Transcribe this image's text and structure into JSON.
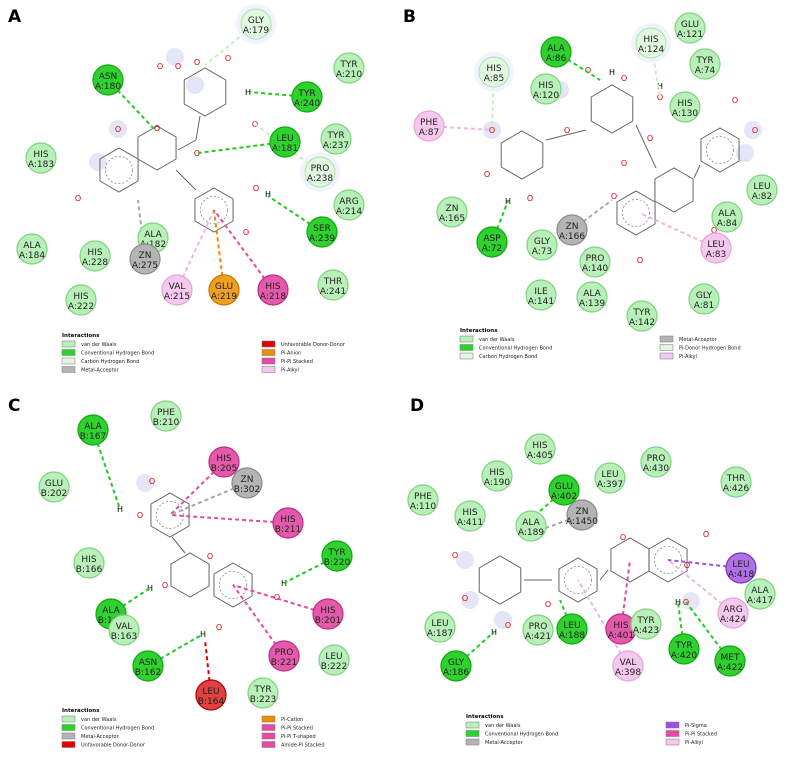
{
  "panels": [
    {
      "id": "A",
      "residues": [
        {
          "name": "GLY",
          "id": "A:179",
          "type": "Carbon Hydrogen Bond"
        },
        {
          "name": "ASN",
          "id": "A:180",
          "type": "Conventional Hydrogen Bond"
        },
        {
          "name": "TYR",
          "id": "A:240",
          "type": "Conventional Hydrogen Bond"
        },
        {
          "name": "TYR",
          "id": "A:210",
          "type": "van der Waals"
        },
        {
          "name": "LEU",
          "id": "A:181",
          "type": "Conventional Hydrogen Bond"
        },
        {
          "name": "TYR",
          "id": "A:237",
          "type": "van der Waals"
        },
        {
          "name": "HIS",
          "id": "A:183",
          "type": "van der Waals"
        },
        {
          "name": "PRO",
          "id": "A:238",
          "type": "Carbon Hydrogen Bond"
        },
        {
          "name": "ARG",
          "id": "A:214",
          "type": "van der Waals"
        },
        {
          "name": "SER",
          "id": "A:239",
          "type": "Conventional Hydrogen Bond"
        },
        {
          "name": "ALA",
          "id": "A:182",
          "type": "van der Waals"
        },
        {
          "name": "ZN",
          "id": "A:275",
          "type": "Metal-Acceptor"
        },
        {
          "name": "ALA",
          "id": "A:184",
          "type": "van der Waals"
        },
        {
          "name": "HIS",
          "id": "A:228",
          "type": "van der Waals"
        },
        {
          "name": "VAL",
          "id": "A:215",
          "type": "Pi-Alkyl"
        },
        {
          "name": "GLU",
          "id": "A:219",
          "type": "Pi-Anion"
        },
        {
          "name": "HIS",
          "id": "A:218",
          "type": "Pi-Pi Stacked"
        },
        {
          "name": "THR",
          "id": "A:241",
          "type": "van der Waals"
        },
        {
          "name": "HIS",
          "id": "A:222",
          "type": "van der Waals"
        }
      ],
      "legend_title": "Interactions",
      "legend": [
        {
          "label": "van der Waals",
          "color": "#b9f0b9"
        },
        {
          "label": "Conventional Hydrogen Bond",
          "color": "#2ed12e"
        },
        {
          "label": "Carbon Hydrogen Bond",
          "color": "#e2f7e2"
        },
        {
          "label": "Metal-Acceptor",
          "color": "#b4b4b4"
        },
        {
          "label": "Unfavorable Donor-Donor",
          "color": "#e00000"
        },
        {
          "label": "Pi-Anion",
          "color": "#f08c00"
        },
        {
          "label": "Pi-Pi Stacked",
          "color": "#e64aa6"
        },
        {
          "label": "Pi-Alkyl",
          "color": "#f5c8ee"
        }
      ]
    },
    {
      "id": "B",
      "residues": [
        {
          "name": "ALA",
          "id": "A:86",
          "type": "Conventional Hydrogen Bond"
        },
        {
          "name": "HIS",
          "id": "A:124",
          "type": "Carbon Hydrogen Bond"
        },
        {
          "name": "GLU",
          "id": "A:121",
          "type": "van der Waals"
        },
        {
          "name": "HIS",
          "id": "A:85",
          "type": "Carbon Hydrogen Bond"
        },
        {
          "name": "TYR",
          "id": "A:74",
          "type": "van der Waals"
        },
        {
          "name": "HIS",
          "id": "A:120",
          "type": "van der Waals"
        },
        {
          "name": "HIS",
          "id": "A:130",
          "type": "van der Waals"
        },
        {
          "name": "PHE",
          "id": "A:87",
          "type": "Pi-Alkyl"
        },
        {
          "name": "LEU",
          "id": "A:82",
          "type": "van der Waals"
        },
        {
          "name": "ZN",
          "id": "A:165",
          "type": "van der Waals"
        },
        {
          "name": "ZN",
          "id": "A:166",
          "type": "Metal-Acceptor"
        },
        {
          "name": "ALA",
          "id": "A:84",
          "type": "van der Waals"
        },
        {
          "name": "ASP",
          "id": "A:72",
          "type": "Conventional Hydrogen Bond"
        },
        {
          "name": "GLY",
          "id": "A:73",
          "type": "van der Waals"
        },
        {
          "name": "LEU",
          "id": "A:83",
          "type": "Pi-Alkyl"
        },
        {
          "name": "PRO",
          "id": "A:140",
          "type": "van der Waals"
        },
        {
          "name": "ILE",
          "id": "A:141",
          "type": "van der Waals"
        },
        {
          "name": "ALA",
          "id": "A:139",
          "type": "van der Waals"
        },
        {
          "name": "TYR",
          "id": "A:142",
          "type": "van der Waals"
        },
        {
          "name": "GLY",
          "id": "A:81",
          "type": "van der Waals"
        }
      ],
      "legend_title": "Interactions",
      "legend": [
        {
          "label": "van der Waals",
          "color": "#b9f0b9"
        },
        {
          "label": "Conventional Hydrogen Bond",
          "color": "#2ed12e"
        },
        {
          "label": "Carbon Hydrogen Bond",
          "color": "#e2f7e2"
        },
        {
          "label": "Metal-Acceptor",
          "color": "#b4b4b4"
        },
        {
          "label": "Pi-Donor Hydrogen Bond",
          "color": "#e2f7e2"
        },
        {
          "label": "Pi-Alkyl",
          "color": "#f5c8ee"
        }
      ]
    },
    {
      "id": "C",
      "residues": [
        {
          "name": "PHE",
          "id": "B:210",
          "type": "van der Waals"
        },
        {
          "name": "ALA",
          "id": "B:167",
          "type": "Conventional Hydrogen Bond"
        },
        {
          "name": "HIS",
          "id": "B:205",
          "type": "Pi-Pi Stacked"
        },
        {
          "name": "ZN",
          "id": "B:302",
          "type": "Metal-Acceptor"
        },
        {
          "name": "GLU",
          "id": "B:202",
          "type": "van der Waals"
        },
        {
          "name": "HIS",
          "id": "B:211",
          "type": "Pi-Pi T-shaped"
        },
        {
          "name": "TYR",
          "id": "B:220",
          "type": "Conventional Hydrogen Bond"
        },
        {
          "name": "HIS",
          "id": "B:166",
          "type": "van der Waals"
        },
        {
          "name": "ALA",
          "id": "B:165",
          "type": "Conventional Hydrogen Bond"
        },
        {
          "name": "HIS",
          "id": "B:201",
          "type": "Pi-Pi Stacked"
        },
        {
          "name": "VAL",
          "id": "B:163",
          "type": "van der Waals"
        },
        {
          "name": "PRO",
          "id": "B:221",
          "type": "Amide-Pi Stacked"
        },
        {
          "name": "LEU",
          "id": "B:222",
          "type": "van der Waals"
        },
        {
          "name": "ASN",
          "id": "B:162",
          "type": "Conventional Hydrogen Bond"
        },
        {
          "name": "LEU",
          "id": "B:164",
          "type": "Unfavorable Donor-Donor"
        },
        {
          "name": "TYR",
          "id": "B:223",
          "type": "van der Waals"
        }
      ],
      "legend_title": "Interactions",
      "legend": [
        {
          "label": "van der Waals",
          "color": "#b9f0b9"
        },
        {
          "label": "Conventional Hydrogen Bond",
          "color": "#2ed12e"
        },
        {
          "label": "Metal-Acceptor",
          "color": "#b4b4b4"
        },
        {
          "label": "Unfavorable Donor-Donor",
          "color": "#e00000"
        },
        {
          "label": "Pi-Cation",
          "color": "#f08c00"
        },
        {
          "label": "Pi-Pi Stacked",
          "color": "#e64aa6"
        },
        {
          "label": "Pi-Pi T-shaped",
          "color": "#e64aa6"
        },
        {
          "label": "Amide-Pi Stacked",
          "color": "#e64aa6"
        }
      ]
    },
    {
      "id": "D",
      "residues": [
        {
          "name": "HIS",
          "id": "A:405",
          "type": "van der Waals"
        },
        {
          "name": "PRO",
          "id": "A:430",
          "type": "van der Waals"
        },
        {
          "name": "HIS",
          "id": "A:190",
          "type": "van der Waals"
        },
        {
          "name": "LEU",
          "id": "A:397",
          "type": "van der Waals"
        },
        {
          "name": "THR",
          "id": "A:426",
          "type": "van der Waals"
        },
        {
          "name": "GLU",
          "id": "A:402",
          "type": "Conventional Hydrogen Bond"
        },
        {
          "name": "PHE",
          "id": "A:110",
          "type": "van der Waals"
        },
        {
          "name": "HIS",
          "id": "A:411",
          "type": "van der Waals"
        },
        {
          "name": "ZN",
          "id": "A:1450",
          "type": "Metal-Acceptor"
        },
        {
          "name": "ALA",
          "id": "A:189",
          "type": "van der Waals"
        },
        {
          "name": "LEU",
          "id": "A:418",
          "type": "Pi-Sigma"
        },
        {
          "name": "ALA",
          "id": "A:417",
          "type": "van der Waals"
        },
        {
          "name": "ARG",
          "id": "A:424",
          "type": "Pi-Alkyl"
        },
        {
          "name": "LEU",
          "id": "A:187",
          "type": "van der Waals"
        },
        {
          "name": "HIS",
          "id": "A:401",
          "type": "Pi-Pi Stacked"
        },
        {
          "name": "TYR",
          "id": "A:423",
          "type": "van der Waals"
        },
        {
          "name": "PRO",
          "id": "A:421",
          "type": "van der Waals"
        },
        {
          "name": "LEU",
          "id": "A:188",
          "type": "Conventional Hydrogen Bond"
        },
        {
          "name": "TYR",
          "id": "A:420",
          "type": "Conventional Hydrogen Bond"
        },
        {
          "name": "MET",
          "id": "A:422",
          "type": "Conventional Hydrogen Bond"
        },
        {
          "name": "GLY",
          "id": "A:186",
          "type": "Conventional Hydrogen Bond"
        },
        {
          "name": "VAL",
          "id": "A:398",
          "type": "Pi-Alkyl"
        }
      ],
      "legend_title": "Interactions",
      "legend": [
        {
          "label": "van der Waals",
          "color": "#b9f0b9"
        },
        {
          "label": "Conventional Hydrogen Bond",
          "color": "#2ed12e"
        },
        {
          "label": "Metal-Acceptor",
          "color": "#b4b4b4"
        },
        {
          "label": "Pi-Sigma",
          "color": "#a050e0"
        },
        {
          "label": "Pi-Pi Stacked",
          "color": "#e64aa6"
        },
        {
          "label": "Pi-Alkyl",
          "color": "#f5c8ee"
        }
      ]
    }
  ],
  "atoms": {
    "oxygen": "O",
    "hydrogen": "H"
  },
  "colors": {
    "van der Waals": "#b9f0b9",
    "Conventional Hydrogen Bond": "#2ed12e",
    "Carbon Hydrogen Bond": "#e2f7e2",
    "Metal-Acceptor": "#b4b4b4",
    "Unfavorable Donor-Donor": "#e04040",
    "Pi-Anion": "#f0a020",
    "Pi-Cation": "#f0a020",
    "Pi-Pi Stacked": "#e45aaa",
    "Pi-Pi T-shaped": "#e45aaa",
    "Amide-Pi Stacked": "#e45aaa",
    "Pi-Alkyl": "#f5c8ee",
    "Pi-Sigma": "#b070e6",
    "Pi-Donor Hydrogen Bond": "#e2f7e2"
  }
}
